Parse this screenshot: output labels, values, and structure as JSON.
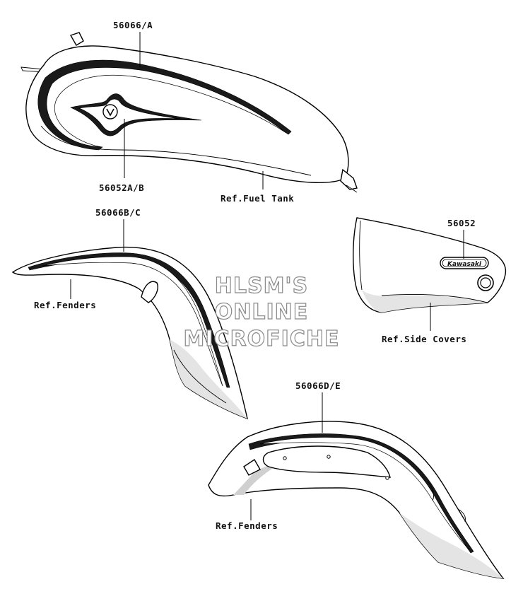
{
  "callouts": {
    "tank_decal": "56066/A",
    "tank_emblem": "56052A/B",
    "fuel_tank": "Ref.Fuel Tank",
    "front_fender_decal": "56066B/C",
    "front_fender": "Ref.Fenders",
    "side_cover_emblem": "56052",
    "side_cover_logo": "Kawasaki",
    "side_covers": "Ref.Side Covers",
    "rear_fender_decal": "56066D/E",
    "rear_fender": "Ref.Fenders"
  },
  "watermark": {
    "line1": "HLSM'S",
    "line2": "ONLINE",
    "line3": "MICROFICHE"
  }
}
